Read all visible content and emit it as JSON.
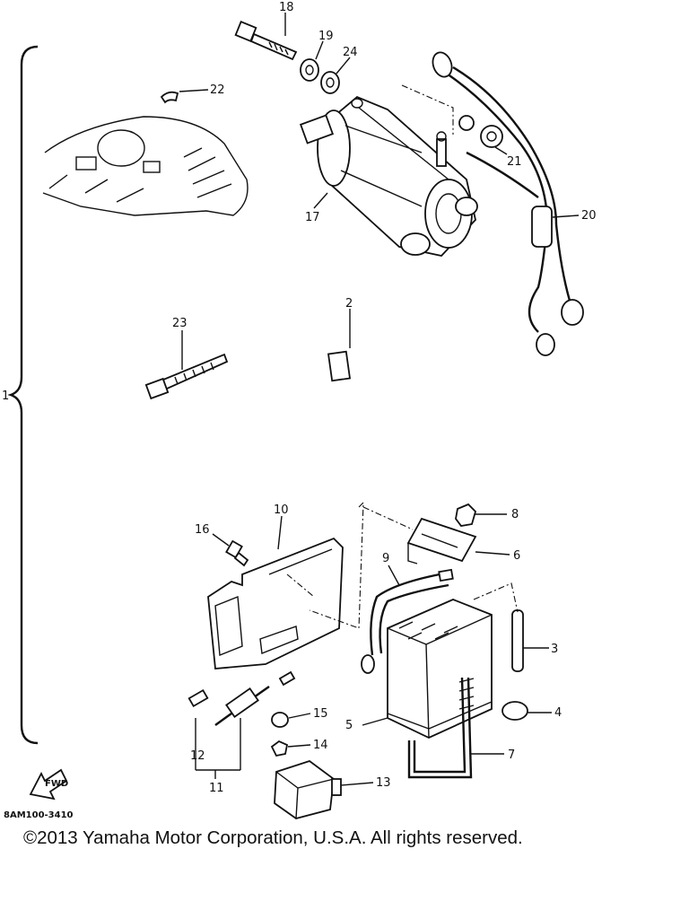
{
  "diagram": {
    "drawing_code": "8AM100-3410",
    "fwd_arrow_label": "FWD",
    "group_label": "1",
    "callouts": [
      "2",
      "3",
      "4",
      "5",
      "6",
      "7",
      "8",
      "9",
      "10",
      "11",
      "12",
      "13",
      "14",
      "15",
      "16",
      "17",
      "18",
      "19",
      "20",
      "21",
      "22",
      "23",
      "24"
    ]
  },
  "footer": {
    "copyright": "©2013 Yamaha Motor Corporation, U.S.A. All rights reserved."
  }
}
